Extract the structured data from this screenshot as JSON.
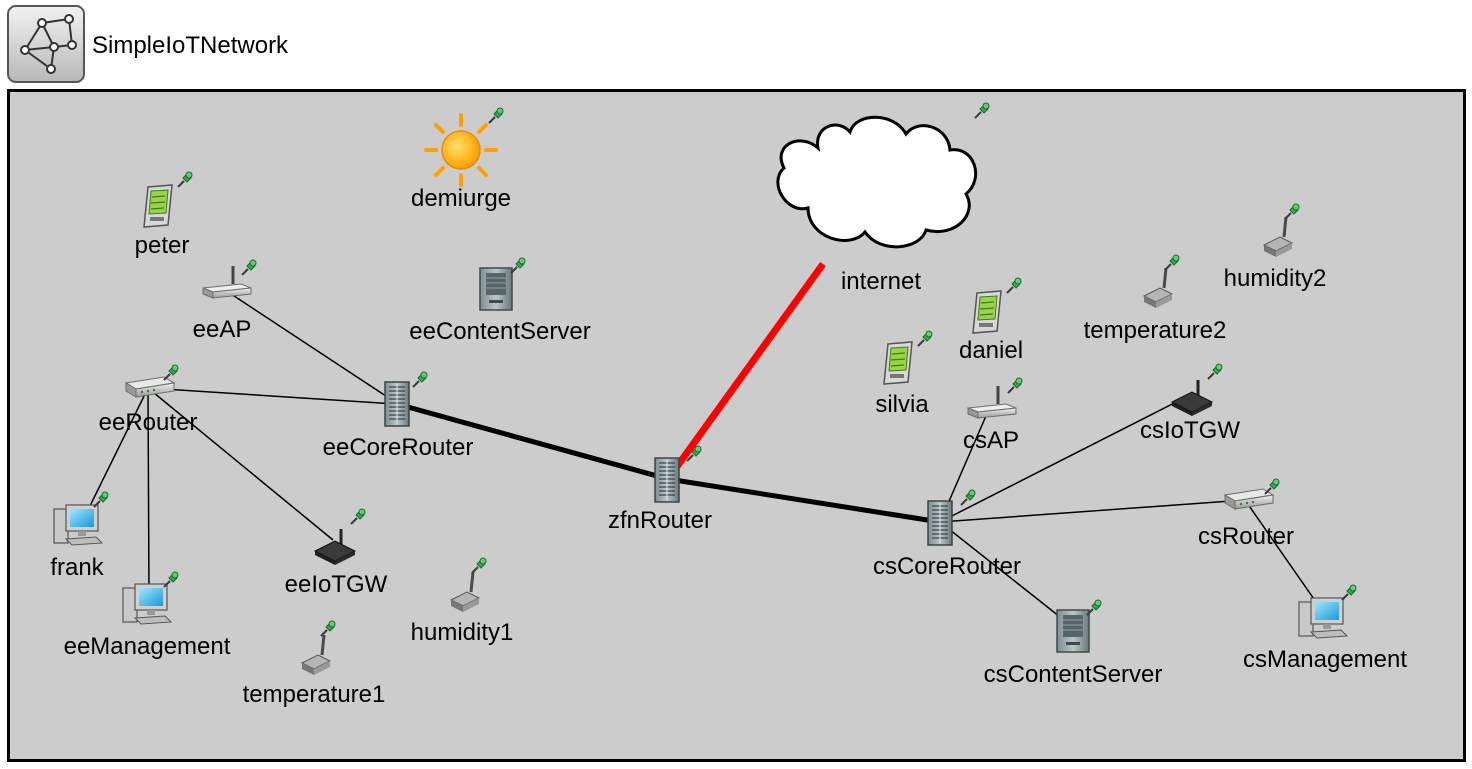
{
  "network": {
    "name": "SimpleIoTNetwork"
  },
  "nodes": {
    "demiurge": {
      "label": "demiurge",
      "icon": "sun-icon"
    },
    "internet": {
      "label": "internet",
      "icon": "cloud-icon"
    },
    "peter": {
      "label": "peter",
      "icon": "pda-icon"
    },
    "eeAP": {
      "label": "eeAP",
      "icon": "access-point-icon"
    },
    "eeContentServer": {
      "label": "eeContentServer",
      "icon": "server-icon"
    },
    "eeRouter": {
      "label": "eeRouter",
      "icon": "router-icon"
    },
    "eeCoreRouter": {
      "label": "eeCoreRouter",
      "icon": "core-router-icon"
    },
    "frank": {
      "label": "frank",
      "icon": "pc-icon"
    },
    "eeManagement": {
      "label": "eeManagement",
      "icon": "pc-icon"
    },
    "eeIoTGW": {
      "label": "eeIoTGW",
      "icon": "iot-gateway-icon"
    },
    "temperature1": {
      "label": "temperature1",
      "icon": "sensor-icon"
    },
    "humidity1": {
      "label": "humidity1",
      "icon": "sensor-icon"
    },
    "zfnRouter": {
      "label": "zfnRouter",
      "icon": "core-router-icon"
    },
    "daniel": {
      "label": "daniel",
      "icon": "pda-icon"
    },
    "silvia": {
      "label": "silvia",
      "icon": "pda-icon"
    },
    "csAP": {
      "label": "csAP",
      "icon": "access-point-icon"
    },
    "csCoreRouter": {
      "label": "csCoreRouter",
      "icon": "core-router-icon"
    },
    "csIoTGW": {
      "label": "csIoTGW",
      "icon": "iot-gateway-icon"
    },
    "csRouter": {
      "label": "csRouter",
      "icon": "router-icon"
    },
    "csManagement": {
      "label": "csManagement",
      "icon": "pc-icon"
    },
    "csContentServer": {
      "label": "csContentServer",
      "icon": "server-icon"
    },
    "temperature2": {
      "label": "temperature2",
      "icon": "sensor-icon"
    },
    "humidity2": {
      "label": "humidity2",
      "icon": "sensor-icon"
    }
  },
  "links": [
    {
      "from": "eeAP",
      "to": "eeCoreRouter",
      "style": "thin"
    },
    {
      "from": "eeRouter",
      "to": "eeCoreRouter",
      "style": "thin"
    },
    {
      "from": "eeRouter",
      "to": "frank",
      "style": "thin"
    },
    {
      "from": "eeRouter",
      "to": "eeManagement",
      "style": "thin"
    },
    {
      "from": "eeRouter",
      "to": "eeIoTGW",
      "style": "thin"
    },
    {
      "from": "eeCoreRouter",
      "to": "zfnRouter",
      "style": "thick"
    },
    {
      "from": "zfnRouter",
      "to": "internet",
      "style": "highlighted"
    },
    {
      "from": "zfnRouter",
      "to": "csCoreRouter",
      "style": "thick"
    },
    {
      "from": "csCoreRouter",
      "to": "csAP",
      "style": "thin"
    },
    {
      "from": "csCoreRouter",
      "to": "csIoTGW",
      "style": "thin"
    },
    {
      "from": "csCoreRouter",
      "to": "csRouter",
      "style": "thin"
    },
    {
      "from": "csCoreRouter",
      "to": "csContentServer",
      "style": "thin"
    },
    {
      "from": "csRouter",
      "to": "csManagement",
      "style": "thin"
    }
  ],
  "colors": {
    "canvas": "#cccccc",
    "link": "#000000",
    "highlighted_link": "#ff0000",
    "sun": "#ffb000",
    "pin": "#2f9e3a"
  }
}
